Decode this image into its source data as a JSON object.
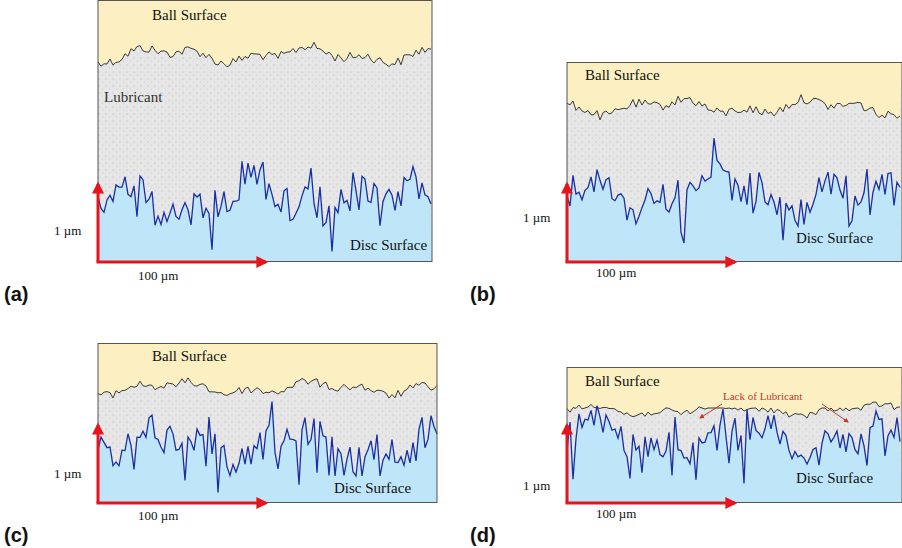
{
  "diagram": {
    "labels": [
      "Ball Surface",
      "Lubricant",
      "1 µm",
      "Disc Surface",
      "100 µm",
      "(a)",
      "Ball Surface",
      "1 µm",
      "Disc Surface",
      "100 µm",
      "(b)",
      "Ball Surface",
      "1 µm",
      "Disc Surface",
      "100 µm",
      "(c)",
      "Ball Surface",
      "Lack of Lubricant",
      "1 µm",
      "Disc Surface",
      "100 µm",
      "(d)"
    ]
  }
}
